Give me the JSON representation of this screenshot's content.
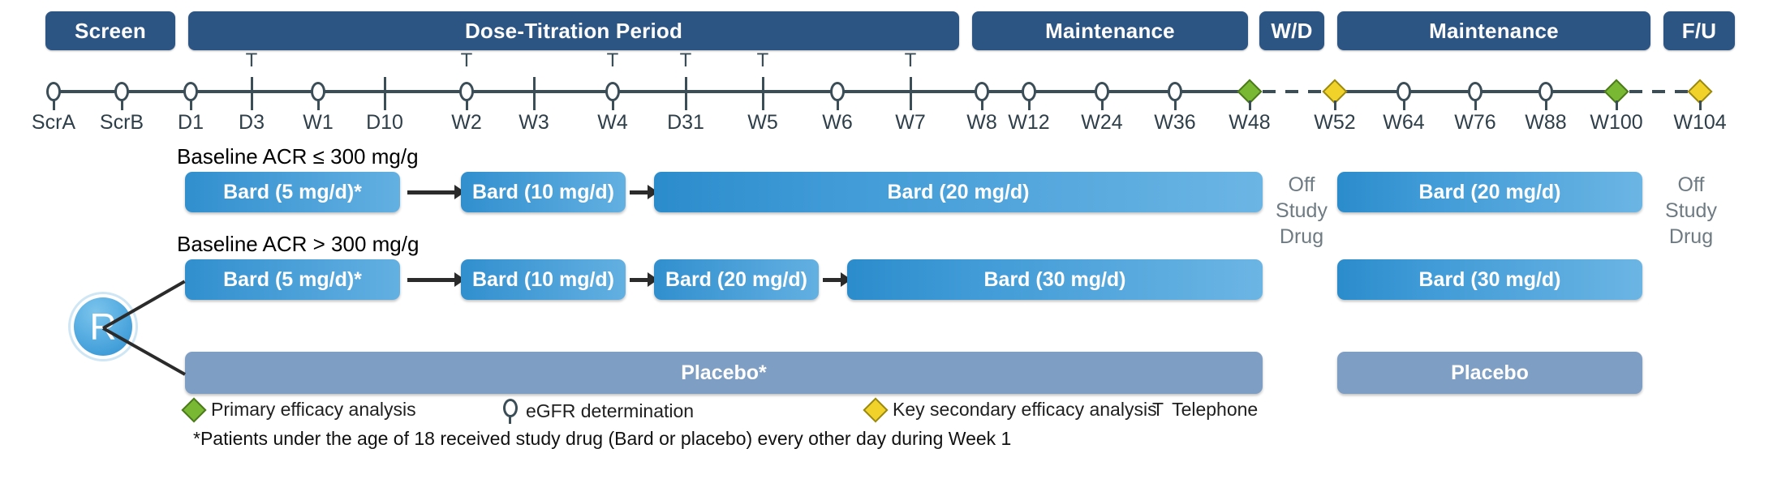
{
  "phases": [
    {
      "label": "Screen",
      "name": "phase-screen"
    },
    {
      "label": "Dose-Titration Period",
      "name": "phase-dose-titration"
    },
    {
      "label": "Maintenance",
      "name": "phase-maintenance-1"
    },
    {
      "label": "W/D",
      "name": "phase-withdrawal"
    },
    {
      "label": "Maintenance",
      "name": "phase-maintenance-2"
    },
    {
      "label": "F/U",
      "name": "phase-follow-up"
    }
  ],
  "timeline": {
    "ticks": [
      {
        "label": "ScrA",
        "marker": "egfr"
      },
      {
        "label": "ScrB",
        "marker": "egfr"
      },
      {
        "label": "D1",
        "marker": "egfr"
      },
      {
        "label": "D3",
        "marker": "plain"
      },
      {
        "label": "W1",
        "marker": "egfr"
      },
      {
        "label": "D10",
        "marker": "plain"
      },
      {
        "label": "W2",
        "marker": "egfr"
      },
      {
        "label": "W3",
        "marker": "plain"
      },
      {
        "label": "W4",
        "marker": "egfr"
      },
      {
        "label": "D31",
        "marker": "plain"
      },
      {
        "label": "W5",
        "marker": "plain"
      },
      {
        "label": "W6",
        "marker": "egfr"
      },
      {
        "label": "W7",
        "marker": "plain"
      },
      {
        "label": "W8",
        "marker": "egfr"
      },
      {
        "label": "W12",
        "marker": "egfr"
      },
      {
        "label": "W24",
        "marker": "egfr"
      },
      {
        "label": "W36",
        "marker": "egfr"
      },
      {
        "label": "W48",
        "marker": "diamond-green"
      },
      {
        "label": "W52",
        "marker": "diamond-yellow"
      },
      {
        "label": "W64",
        "marker": "egfr"
      },
      {
        "label": "W76",
        "marker": "egfr"
      },
      {
        "label": "W88",
        "marker": "egfr"
      },
      {
        "label": "W100",
        "marker": "diamond-green"
      },
      {
        "label": "W104",
        "marker": "diamond-yellow"
      }
    ],
    "telephone_marker": "T",
    "telephone_at": [
      "D3",
      "W2",
      "W4",
      "D31",
      "W5",
      "W7"
    ]
  },
  "arms": {
    "group_low": {
      "caption": "Baseline ACR ≤ 300 mg/g",
      "steps": [
        {
          "label": "Bard (5 mg/d)*"
        },
        {
          "label": "Bard (10 mg/d)"
        },
        {
          "label": "Bard (20 mg/d)"
        }
      ],
      "maintenance2": {
        "label": "Bard (20 mg/d)"
      }
    },
    "group_high": {
      "caption": "Baseline ACR > 300 mg/g",
      "steps": [
        {
          "label": "Bard (5 mg/d)*"
        },
        {
          "label": "Bard (10 mg/d)"
        },
        {
          "label": "Bard (20 mg/d)"
        },
        {
          "label": "Bard (30 mg/d)"
        }
      ],
      "maintenance2": {
        "label": "Bard (30 mg/d)"
      }
    },
    "placebo": {
      "label": "Placebo*",
      "maintenance2": {
        "label": "Placebo"
      }
    },
    "randomization": {
      "label": "R"
    }
  },
  "off_study_drug": {
    "label_lines": [
      "Off",
      "Study",
      "Drug"
    ]
  },
  "legend": [
    {
      "marker": "diamond-green",
      "label": "Primary efficacy analysis"
    },
    {
      "marker": "egfr",
      "label": "eGFR determination"
    },
    {
      "marker": "diamond-yellow",
      "label": "Key secondary efficacy analysis"
    },
    {
      "marker": "telephone",
      "label": "Telephone",
      "glyph": "T"
    }
  ],
  "footnote": "*Patients under the age of 18 received study drug (Bard or placebo) every other day during Week 1",
  "colors": {
    "phase_bar": "#2d5584",
    "bar_blue_dark": "#2b8ccc",
    "bar_blue_light": "#6bb5e4",
    "placebo": "#7e9ec4",
    "axis": "#3b4d57",
    "diamond_green": "#78b833",
    "diamond_yellow": "#f1d22b",
    "off_drug_text": "#6f7b82"
  }
}
